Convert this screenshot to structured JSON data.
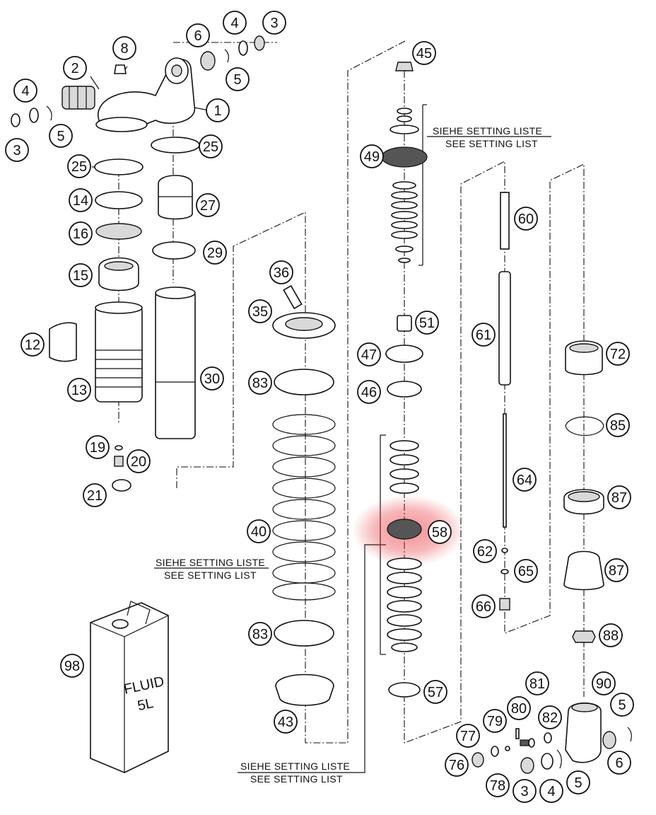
{
  "callouts": [
    {
      "id": "c1",
      "label": "1"
    },
    {
      "id": "c2",
      "label": "2"
    },
    {
      "id": "c3a",
      "label": "3"
    },
    {
      "id": "c3b",
      "label": "3"
    },
    {
      "id": "c3c",
      "label": "3"
    },
    {
      "id": "c4a",
      "label": "4"
    },
    {
      "id": "c4b",
      "label": "4"
    },
    {
      "id": "c4c",
      "label": "4"
    },
    {
      "id": "c5a",
      "label": "5"
    },
    {
      "id": "c5b",
      "label": "5"
    },
    {
      "id": "c5c",
      "label": "5"
    },
    {
      "id": "c5d",
      "label": "5"
    },
    {
      "id": "c6a",
      "label": "6"
    },
    {
      "id": "c6b",
      "label": "6"
    },
    {
      "id": "c8",
      "label": "8"
    },
    {
      "id": "c12",
      "label": "12"
    },
    {
      "id": "c13",
      "label": "13"
    },
    {
      "id": "c14",
      "label": "14"
    },
    {
      "id": "c15",
      "label": "15"
    },
    {
      "id": "c16",
      "label": "16"
    },
    {
      "id": "c19",
      "label": "19"
    },
    {
      "id": "c20",
      "label": "20"
    },
    {
      "id": "c21",
      "label": "21"
    },
    {
      "id": "c25a",
      "label": "25"
    },
    {
      "id": "c25b",
      "label": "25"
    },
    {
      "id": "c27",
      "label": "27"
    },
    {
      "id": "c29",
      "label": "29"
    },
    {
      "id": "c30",
      "label": "30"
    },
    {
      "id": "c35",
      "label": "35"
    },
    {
      "id": "c36",
      "label": "36"
    },
    {
      "id": "c40",
      "label": "40"
    },
    {
      "id": "c43",
      "label": "43"
    },
    {
      "id": "c45",
      "label": "45"
    },
    {
      "id": "c46",
      "label": "46"
    },
    {
      "id": "c47",
      "label": "47"
    },
    {
      "id": "c49",
      "label": "49"
    },
    {
      "id": "c51",
      "label": "51"
    },
    {
      "id": "c57",
      "label": "57"
    },
    {
      "id": "c58",
      "label": "58"
    },
    {
      "id": "c60",
      "label": "60"
    },
    {
      "id": "c61",
      "label": "61"
    },
    {
      "id": "c62",
      "label": "62"
    },
    {
      "id": "c64",
      "label": "64"
    },
    {
      "id": "c65",
      "label": "65"
    },
    {
      "id": "c66",
      "label": "66"
    },
    {
      "id": "c72",
      "label": "72"
    },
    {
      "id": "c76",
      "label": "76"
    },
    {
      "id": "c77",
      "label": "77"
    },
    {
      "id": "c78",
      "label": "78"
    },
    {
      "id": "c79",
      "label": "79"
    },
    {
      "id": "c80",
      "label": "80"
    },
    {
      "id": "c81",
      "label": "81"
    },
    {
      "id": "c82",
      "label": "82"
    },
    {
      "id": "c83a",
      "label": "83"
    },
    {
      "id": "c83b",
      "label": "83"
    },
    {
      "id": "c85",
      "label": "85"
    },
    {
      "id": "c87a",
      "label": "87"
    },
    {
      "id": "c87b",
      "label": "87"
    },
    {
      "id": "c88",
      "label": "88"
    },
    {
      "id": "c90",
      "label": "90"
    },
    {
      "id": "c98",
      "label": "98"
    }
  ],
  "notes": {
    "top": {
      "de": "SIEHE SETTING LISTE",
      "en": "SEE SETTING LIST"
    },
    "middle": {
      "de": "SIEHE SETTING LISTE",
      "en": "SEE SETTING LIST"
    },
    "bottom": {
      "de": "SIEHE SETTING LISTE",
      "en": "SEE SETTING LIST"
    }
  },
  "fluid_can": {
    "line1": "FLUID",
    "line2": "5L"
  },
  "highlight": {
    "part": "58",
    "color": "#e8333a"
  }
}
